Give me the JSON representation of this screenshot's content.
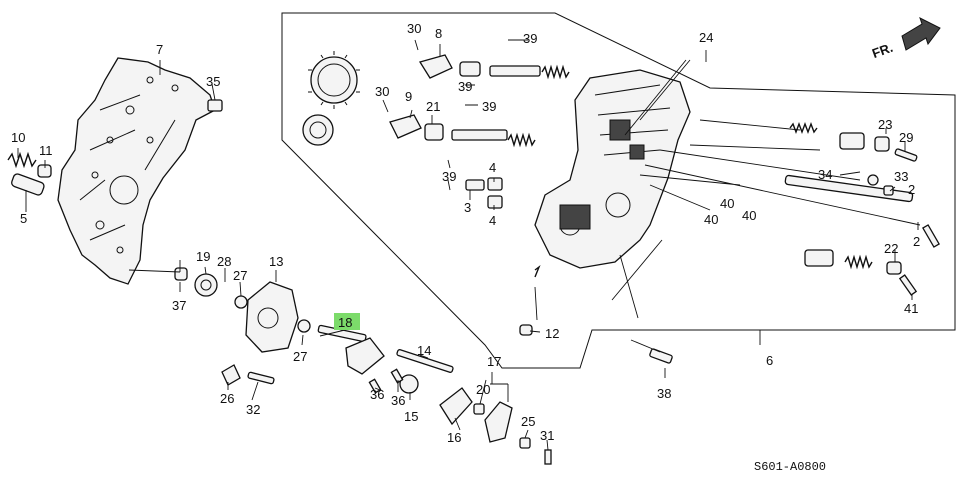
{
  "diagram_code": "S601-A0800",
  "direction_label": "FR.",
  "highlight_color": "#7CDB6A",
  "callouts": {
    "c1": "30",
    "c2": "8",
    "c3": "39",
    "c4": "24",
    "c5": "7",
    "c6": "35",
    "c7": "39",
    "c8": "30",
    "c9": "9",
    "c10": "21",
    "c11": "39",
    "c12": "10",
    "c13": "11",
    "c14": "5",
    "c15": "39",
    "c16": "4",
    "c17": "3",
    "c18": "4",
    "c19": "23",
    "c20": "29",
    "c21": "34",
    "c22": "33",
    "c23": "2",
    "c24": "40",
    "c25": "40",
    "c26": "40",
    "c27": "2",
    "c28": "22",
    "c29": "41",
    "c30": "19",
    "c31": "28",
    "c32": "27",
    "c33": "13",
    "c34": "37",
    "c35": "27",
    "c36": "18",
    "c37": "12",
    "c38": "14",
    "c39": "17",
    "c40": "6",
    "c41": "26",
    "c42": "32",
    "c43": "36",
    "c44": "36",
    "c45": "15",
    "c46": "20",
    "c47": "16",
    "c48": "25",
    "c49": "31",
    "c50": "38"
  }
}
